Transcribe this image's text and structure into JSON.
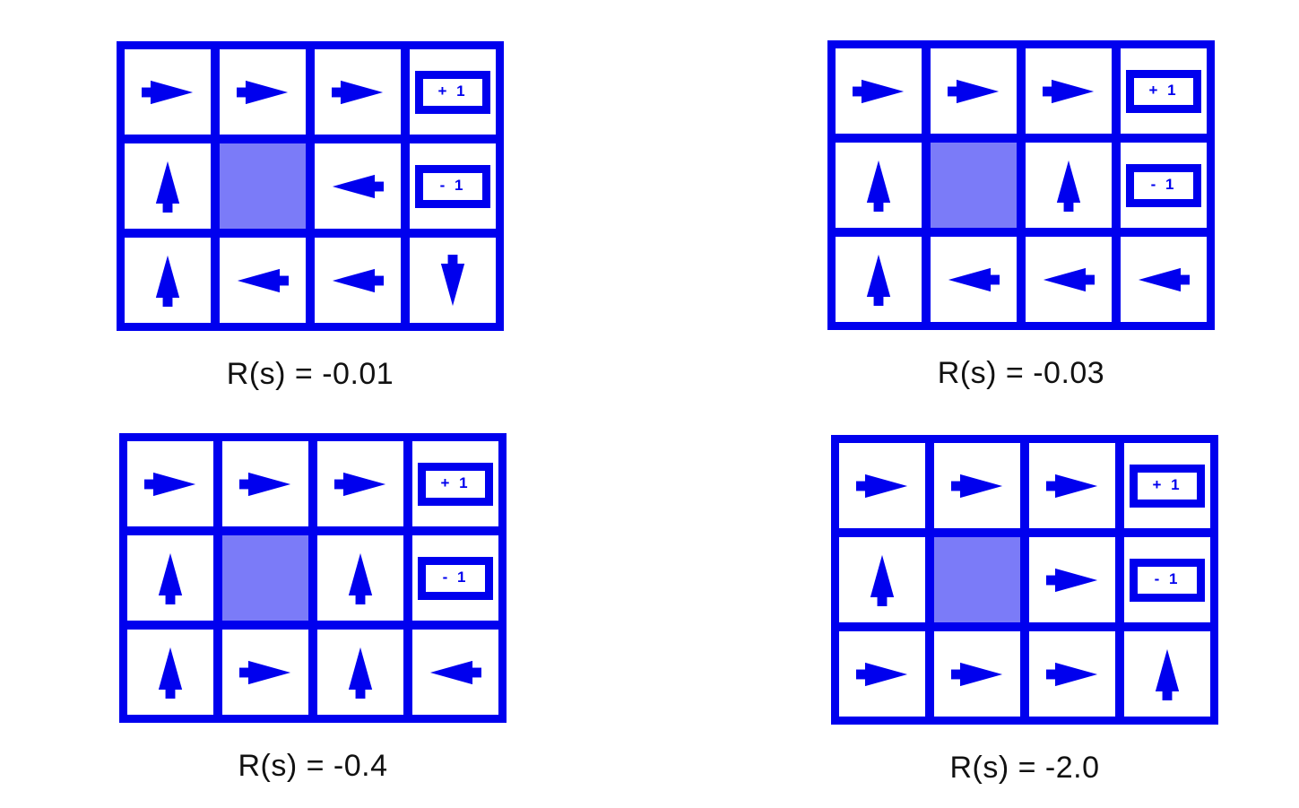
{
  "figure": {
    "colors": {
      "grid_blue": "#0000ee",
      "blocked_fill": "#7b7bf8",
      "cell_fill": "#ffffff",
      "caption_text": "#111111",
      "background": "#ffffff"
    },
    "terminal": {
      "plus_label": "+ 1",
      "minus_label": "- 1"
    },
    "panels": [
      {
        "caption": "R(s) = -0.01",
        "rows": [
          [
            "right",
            "right",
            "right",
            "terminal-plus"
          ],
          [
            "up",
            "blocked",
            "left",
            "terminal-minus"
          ],
          [
            "up",
            "left",
            "left",
            "down"
          ]
        ]
      },
      {
        "caption": "R(s) = -0.03",
        "rows": [
          [
            "right",
            "right",
            "right",
            "terminal-plus"
          ],
          [
            "up",
            "blocked",
            "up",
            "terminal-minus"
          ],
          [
            "up",
            "left",
            "left",
            "left"
          ]
        ]
      },
      {
        "caption": "R(s) = -0.4",
        "rows": [
          [
            "right",
            "right",
            "right",
            "terminal-plus"
          ],
          [
            "up",
            "blocked",
            "up",
            "terminal-minus"
          ],
          [
            "up",
            "right",
            "up",
            "left"
          ]
        ]
      },
      {
        "caption": "R(s) = -2.0",
        "rows": [
          [
            "right",
            "right",
            "right",
            "terminal-plus"
          ],
          [
            "up",
            "blocked",
            "right",
            "terminal-minus"
          ],
          [
            "right",
            "right",
            "right",
            "up"
          ]
        ]
      }
    ]
  }
}
